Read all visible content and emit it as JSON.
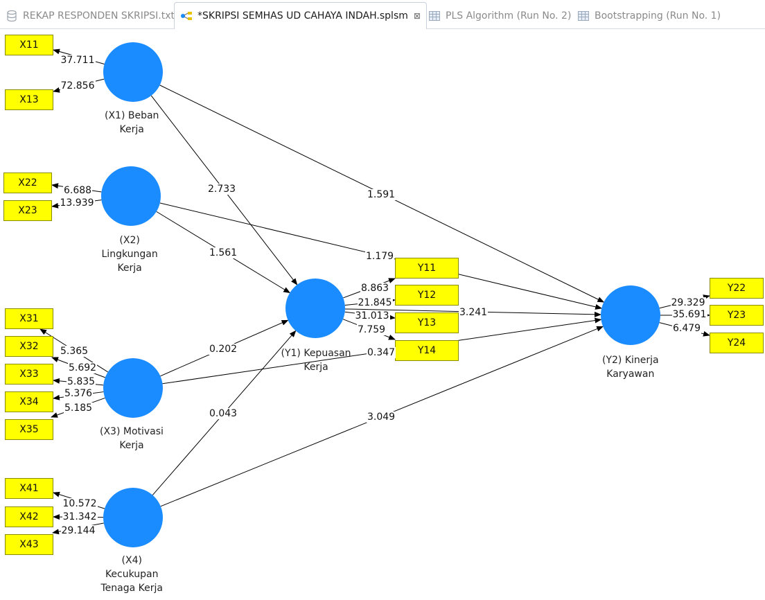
{
  "tabs": [
    {
      "label": "REKAP RESPONDEN SKRIPSI.txt",
      "icon": "database-icon"
    },
    {
      "label": "*SKRIPSI SEMHAS UD CAHAYA INDAH.splsm",
      "icon": "model-icon",
      "active": true,
      "close": "⊠"
    },
    {
      "label": "PLS Algorithm (Run No. 2)",
      "icon": "table-icon"
    },
    {
      "label": "Bootstrapping (Run No. 1)",
      "icon": "table-icon"
    }
  ],
  "colors": {
    "construct_fill": "#1a8cff",
    "indicator_fill": "#ffff00",
    "path_line": "#000000"
  },
  "constructs": {
    "x1": "(X1) Beban\nKerja",
    "x2": "(X2)\nLingkungan\nKerja",
    "x3": "(X3) Motivasi\nKerja",
    "x4": "(X4)\nKecukupan\nTenaga Kerja",
    "y1": "(Y1) Kepuasan\nKerja",
    "y2": "(Y2) Kinerja\nKaryawan"
  },
  "indicators": {
    "X11": "X11",
    "X13": "X13",
    "X22": "X22",
    "X23": "X23",
    "X31": "X31",
    "X32": "X32",
    "X33": "X33",
    "X34": "X34",
    "X35": "X35",
    "X41": "X41",
    "X42": "X42",
    "X43": "X43",
    "Y11": "Y11",
    "Y12": "Y12",
    "Y13": "Y13",
    "Y14": "Y14",
    "Y22": "Y22",
    "Y23": "Y23",
    "Y24": "Y24"
  },
  "outer_loadings": {
    "X11": "37.711",
    "X13": "72.856",
    "X22": "6.688",
    "X23": "13.939",
    "X31": "5.365",
    "X32": "5.692",
    "X33": "5.835",
    "X34": "5.376",
    "X35": "5.185",
    "X41": "10.572",
    "X42": "31.342",
    "X43": "29.144",
    "Y11": "8.863",
    "Y12": "21.845",
    "Y13": "31.013",
    "Y14": "7.759",
    "Y22": "29.329",
    "Y23": "35.691",
    "Y24": "6.479"
  },
  "paths": {
    "x1_y1": "2.733",
    "x1_y2": "1.591",
    "x2_y1": "1.561",
    "x2_y2": "1.179",
    "x3_y1": "0.202",
    "x3_y2": "0.347",
    "x4_y1": "0.043",
    "x4_y2": "3.049",
    "y1_y2": "3.241"
  }
}
